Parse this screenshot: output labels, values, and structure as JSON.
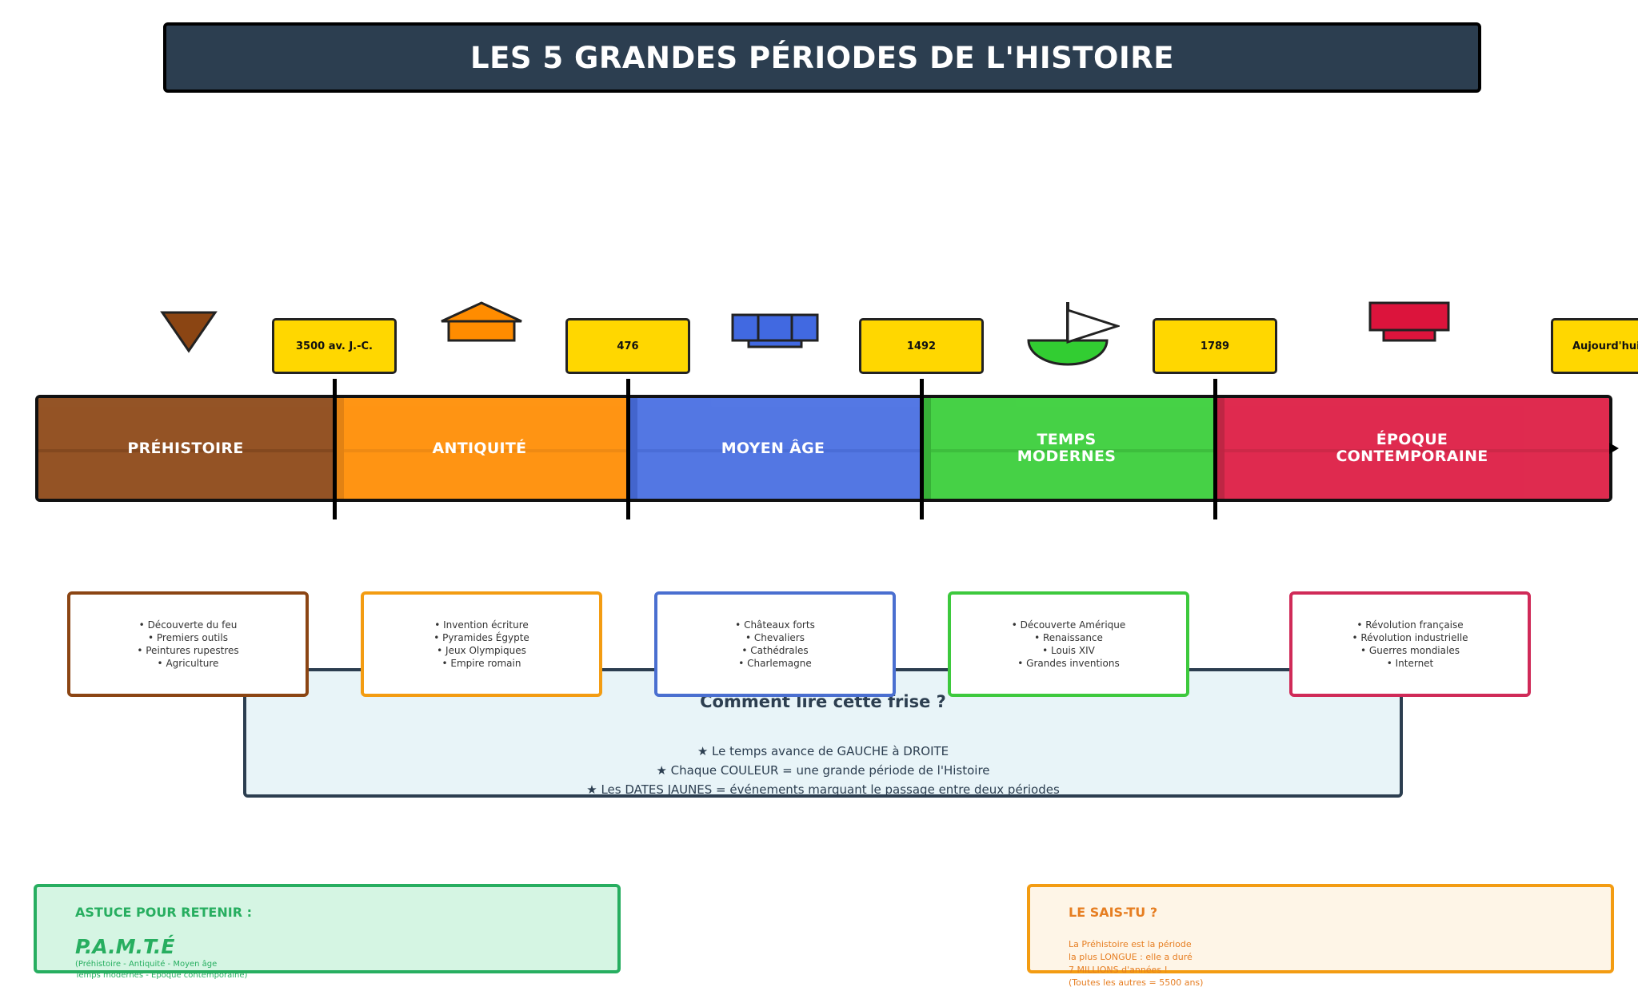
{
  "title": "LES 5 GRANDES PÉRIODES DE L'HISTOIRE",
  "periods": [
    {
      "label": "PRÉHISTOIRE",
      "color": "#8b4513",
      "icon": "stone-arrowhead-icon",
      "facts": [
        "• Découverte du feu",
        "• Premiers outils",
        "• Peintures rupestres",
        "• Agriculture"
      ]
    },
    {
      "label": "ANTIQUITÉ",
      "color": "#ff8c00",
      "icon": "temple-icon",
      "facts": [
        "• Invention écriture",
        "• Pyramides Égypte",
        "• Jeux Olympiques",
        "• Empire romain"
      ]
    },
    {
      "label": "MOYEN ÂGE",
      "color": "#4169e1",
      "icon": "castle-icon",
      "facts": [
        "• Châteaux forts",
        "• Chevaliers",
        "• Cathédrales",
        "• Charlemagne"
      ]
    },
    {
      "label": "TEMPS\nMODERNES",
      "color": "#32cd32",
      "icon": "sailboat-icon",
      "facts": [
        "• Découverte Amérique",
        "• Renaissance",
        "• Louis XIV",
        "• Grandes inventions"
      ]
    },
    {
      "label": "ÉPOQUE\nCONTEMPORAINE",
      "color": "#dc143c",
      "icon": "factory-icon",
      "facts": [
        "• Révolution française",
        "• Révolution industrielle",
        "• Guerres mondiales",
        "• Internet"
      ]
    }
  ],
  "dates": [
    "3500 av. J.-C.",
    "476",
    "1492",
    "1789",
    "Aujourd'hui"
  ],
  "howto": {
    "title": "Comment lire cette frise ?",
    "lines": [
      "★ Le temps avance de GAUCHE à DROITE",
      "★ Chaque COULEUR = une grande période de l'Histoire",
      "★ Les DATES JAUNES = événements marquant le passage entre deux périodes"
    ]
  },
  "tip": {
    "heading": "ASTUCE POUR RETENIR :",
    "acronym": "P.A.M.T.É",
    "detail": "(Préhistoire - Antiquité - Moyen âge\nTemps modernes - Époque contemporaine)"
  },
  "fact": {
    "heading": "LE SAIS-TU ?",
    "text": "La Préhistoire est la période\nla plus LONGUE : elle a duré\n7 MILLIONS d'années !\n(Toutes les autres = 5500 ans)"
  },
  "colors": {
    "title_bg": "#2c3e50",
    "date_yellow": "#ffd700",
    "tip_green": "#27ae60",
    "fact_orange": "#f39c12"
  }
}
